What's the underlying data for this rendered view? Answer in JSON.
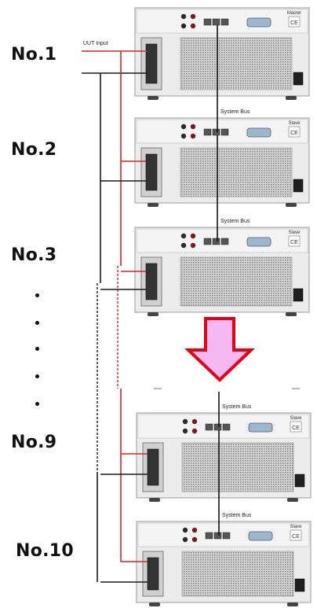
{
  "wiring": {
    "uut_input_label": "UUT Input",
    "system_bus_label": "System Bus",
    "colors": {
      "positive": "#d9232a",
      "negative": "#1a1a1a",
      "bus": "#111111",
      "arrow_outline": "#e60012",
      "arrow_fill": "#f6b8f0"
    }
  },
  "units": [
    {
      "label": "No.1",
      "role": "Master"
    },
    {
      "label": "No.2",
      "role": "Slave"
    },
    {
      "label": "No.3",
      "role": "Slave"
    },
    {
      "label": "No.9",
      "role": "Slave"
    },
    {
      "label": "No.10",
      "role": "Slave"
    }
  ],
  "ellipsis_dots": 5,
  "icons": {
    "arrow": "down-arrow-icon",
    "ce_mark": "ce-mark-icon",
    "power_switch": "power-switch-icon"
  }
}
